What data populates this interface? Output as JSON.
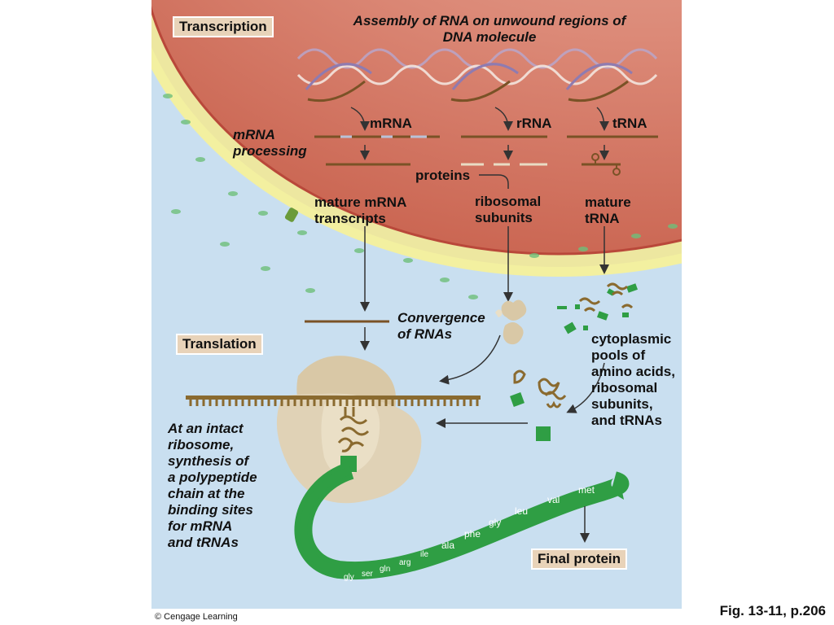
{
  "labels": {
    "transcription": "Transcription",
    "assembly": "Assembly of RNA on unwound regions of\nDNA molecule",
    "mrna": "mRNA",
    "rrna": "rRNA",
    "trna": "tRNA",
    "mrna_processing": "mRNA\nprocessing",
    "proteins": "proteins",
    "mature_mrna": "mature mRNA\ntranscripts",
    "ribosomal_subunits": "ribosomal\nsubunits",
    "mature_trna": "mature\ntRNA",
    "convergence": "Convergence\nof RNAs",
    "translation": "Translation",
    "cytoplasmic": "cytoplasmic\npools of\namino acids,\nribosomal\nsubunits,\nand tRNAs",
    "intact_ribosome": "At an intact\nribosome,\nsynthesis of\na polypeptide\nchain at the\nbinding sites\nfor mRNA\nand tRNAs",
    "final_protein": "Final protein"
  },
  "amino_acids": [
    "gly",
    "ser",
    "gln",
    "arg",
    "ile",
    "ala",
    "phe",
    "gly",
    "leu",
    "val",
    "met"
  ],
  "caption": "Fig. 13-11, p.206",
  "copyright": "© Cengage Learning",
  "colors": {
    "cytoplasm": "#c9dff0",
    "nucleus": "#d9806e",
    "membrane": "#f3f0a0",
    "ribosome": "#e0d2b6",
    "mrna_strand": "#7a5226",
    "protein_chain": "#2f9e44",
    "label_box": "#e8d3b9"
  }
}
